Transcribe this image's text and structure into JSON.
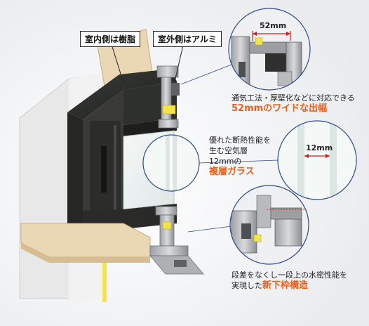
{
  "labels": {
    "interior": "室内側は樹脂",
    "exterior": "室外側はアルミ"
  },
  "callouts": {
    "top": {
      "dimension": "52mm",
      "line1": "通気工法・厚壁化などに対応できる",
      "highlight": "52mmのワイドな出幅"
    },
    "middle": {
      "dimension": "12mm",
      "line1": "優れた断熱性能を",
      "line2": "生む空気層",
      "line3": "12mmの",
      "highlight": "複層ガラス"
    },
    "bottom": {
      "line1": "段差をなくし一段上の水密性能を",
      "line2_prefix": "実現した",
      "highlight": "新下枠構造"
    }
  },
  "colors": {
    "highlight": "#e8601c",
    "dimension_red": "#d21e1e",
    "frame_dark": "#2b2d2a",
    "aluminum": "#b9bbbd",
    "wood": "#e6d1ad",
    "insulation_yellow": "#f3e44a",
    "callout_ring": "#2f4a8a"
  }
}
